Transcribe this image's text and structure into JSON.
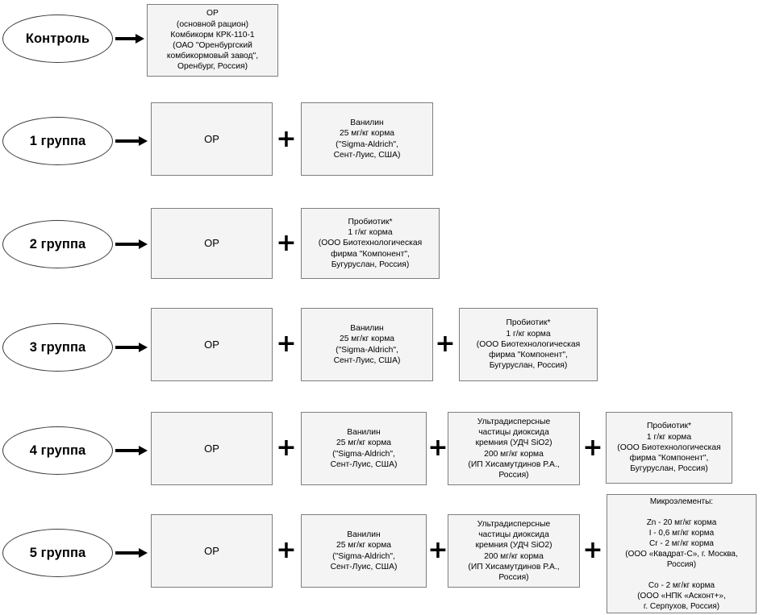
{
  "diagram": {
    "type": "experimental-design-flowchart",
    "language": "ru",
    "colors": {
      "box_fill": "#f4f4f4",
      "box_border": "#7d7d7d",
      "ellipse_border": "#3a3a3a",
      "arrow": "#000000",
      "background": "#ffffff",
      "text": "#000000"
    },
    "plus_symbol": "+",
    "rows": [
      {
        "id": "control",
        "group_label": "Контроль",
        "boxes": [
          {
            "name": "basal-diet-detail",
            "text": "ОР\n(основной рацион)\nКомбикорм КРК-110-1\n(ОАО \"Оренбургский\nкомбикормовый завод\",\nОренбург, Россия)"
          }
        ]
      },
      {
        "id": "group-1",
        "group_label": "1 группа",
        "boxes": [
          {
            "name": "basal-diet",
            "text": "ОР"
          },
          {
            "name": "vanillin",
            "text": "Ванилин\n25 мг/кг корма\n(\"Sigma-Aldrich\",\nСент-Луис, США)"
          }
        ]
      },
      {
        "id": "group-2",
        "group_label": "2 группа",
        "boxes": [
          {
            "name": "basal-diet",
            "text": "ОР"
          },
          {
            "name": "probiotic",
            "text": "Пробиотик*\n1 г/кг корма\n(ООО Биотехнологическая\nфирма \"Компонент\",\nБугуруслан, Россия)"
          }
        ]
      },
      {
        "id": "group-3",
        "group_label": "3 группа",
        "boxes": [
          {
            "name": "basal-diet",
            "text": "ОР"
          },
          {
            "name": "vanillin",
            "text": "Ванилин\n25 мг/кг корма\n(\"Sigma-Aldrich\",\nСент-Луис, США)"
          },
          {
            "name": "probiotic",
            "text": "Пробиотик*\n1 г/кг корма\n(ООО Биотехнологическая\nфирма \"Компонент\",\nБугуруслан, Россия)"
          }
        ]
      },
      {
        "id": "group-4",
        "group_label": "4 группа",
        "boxes": [
          {
            "name": "basal-diet",
            "text": "ОР"
          },
          {
            "name": "vanillin",
            "text": "Ванилин\n25 мг/кг корма\n(\"Sigma-Aldrich\",\nСент-Луис, США)"
          },
          {
            "name": "silica-nanoparticles",
            "text": "Ультрадисперсные\nчастицы диоксида\nкремния (УДЧ SiO2)\n200 мг/кг корма\n(ИП Хисамутдинов Р.А.,\nРоссия)"
          },
          {
            "name": "probiotic",
            "text": "Пробиотик*\n1 г/кг корма\n(ООО Биотехнологическая\nфирма \"Компонент\",\nБугуруслан, Россия)"
          }
        ]
      },
      {
        "id": "group-5",
        "group_label": "5 группа",
        "boxes": [
          {
            "name": "basal-diet",
            "text": "ОР"
          },
          {
            "name": "vanillin",
            "text": "Ванилин\n25 мг/кг корма\n(\"Sigma-Aldrich\",\nСент-Луис, США)"
          },
          {
            "name": "silica-nanoparticles",
            "text": "Ультрадисперсные\nчастицы диоксида\nкремния (УДЧ SiO2)\n200 мг/кг корма\n(ИП Хисамутдинов Р.А.,\nРоссия)"
          },
          {
            "name": "microelements",
            "text": "Микроэлементы:\n\nZn - 20 мг/кг корма\nI - 0,6 мг/кг корма\nCr - 2 мг/кг корма\n(ООО «Квадрат-С», г. Москва,\nРоссия)\n\nCo - 2 мг/кг корма\n(ООО «НПК «Асконт+»,\nг. Серпухов, Россия)"
          }
        ]
      }
    ]
  }
}
